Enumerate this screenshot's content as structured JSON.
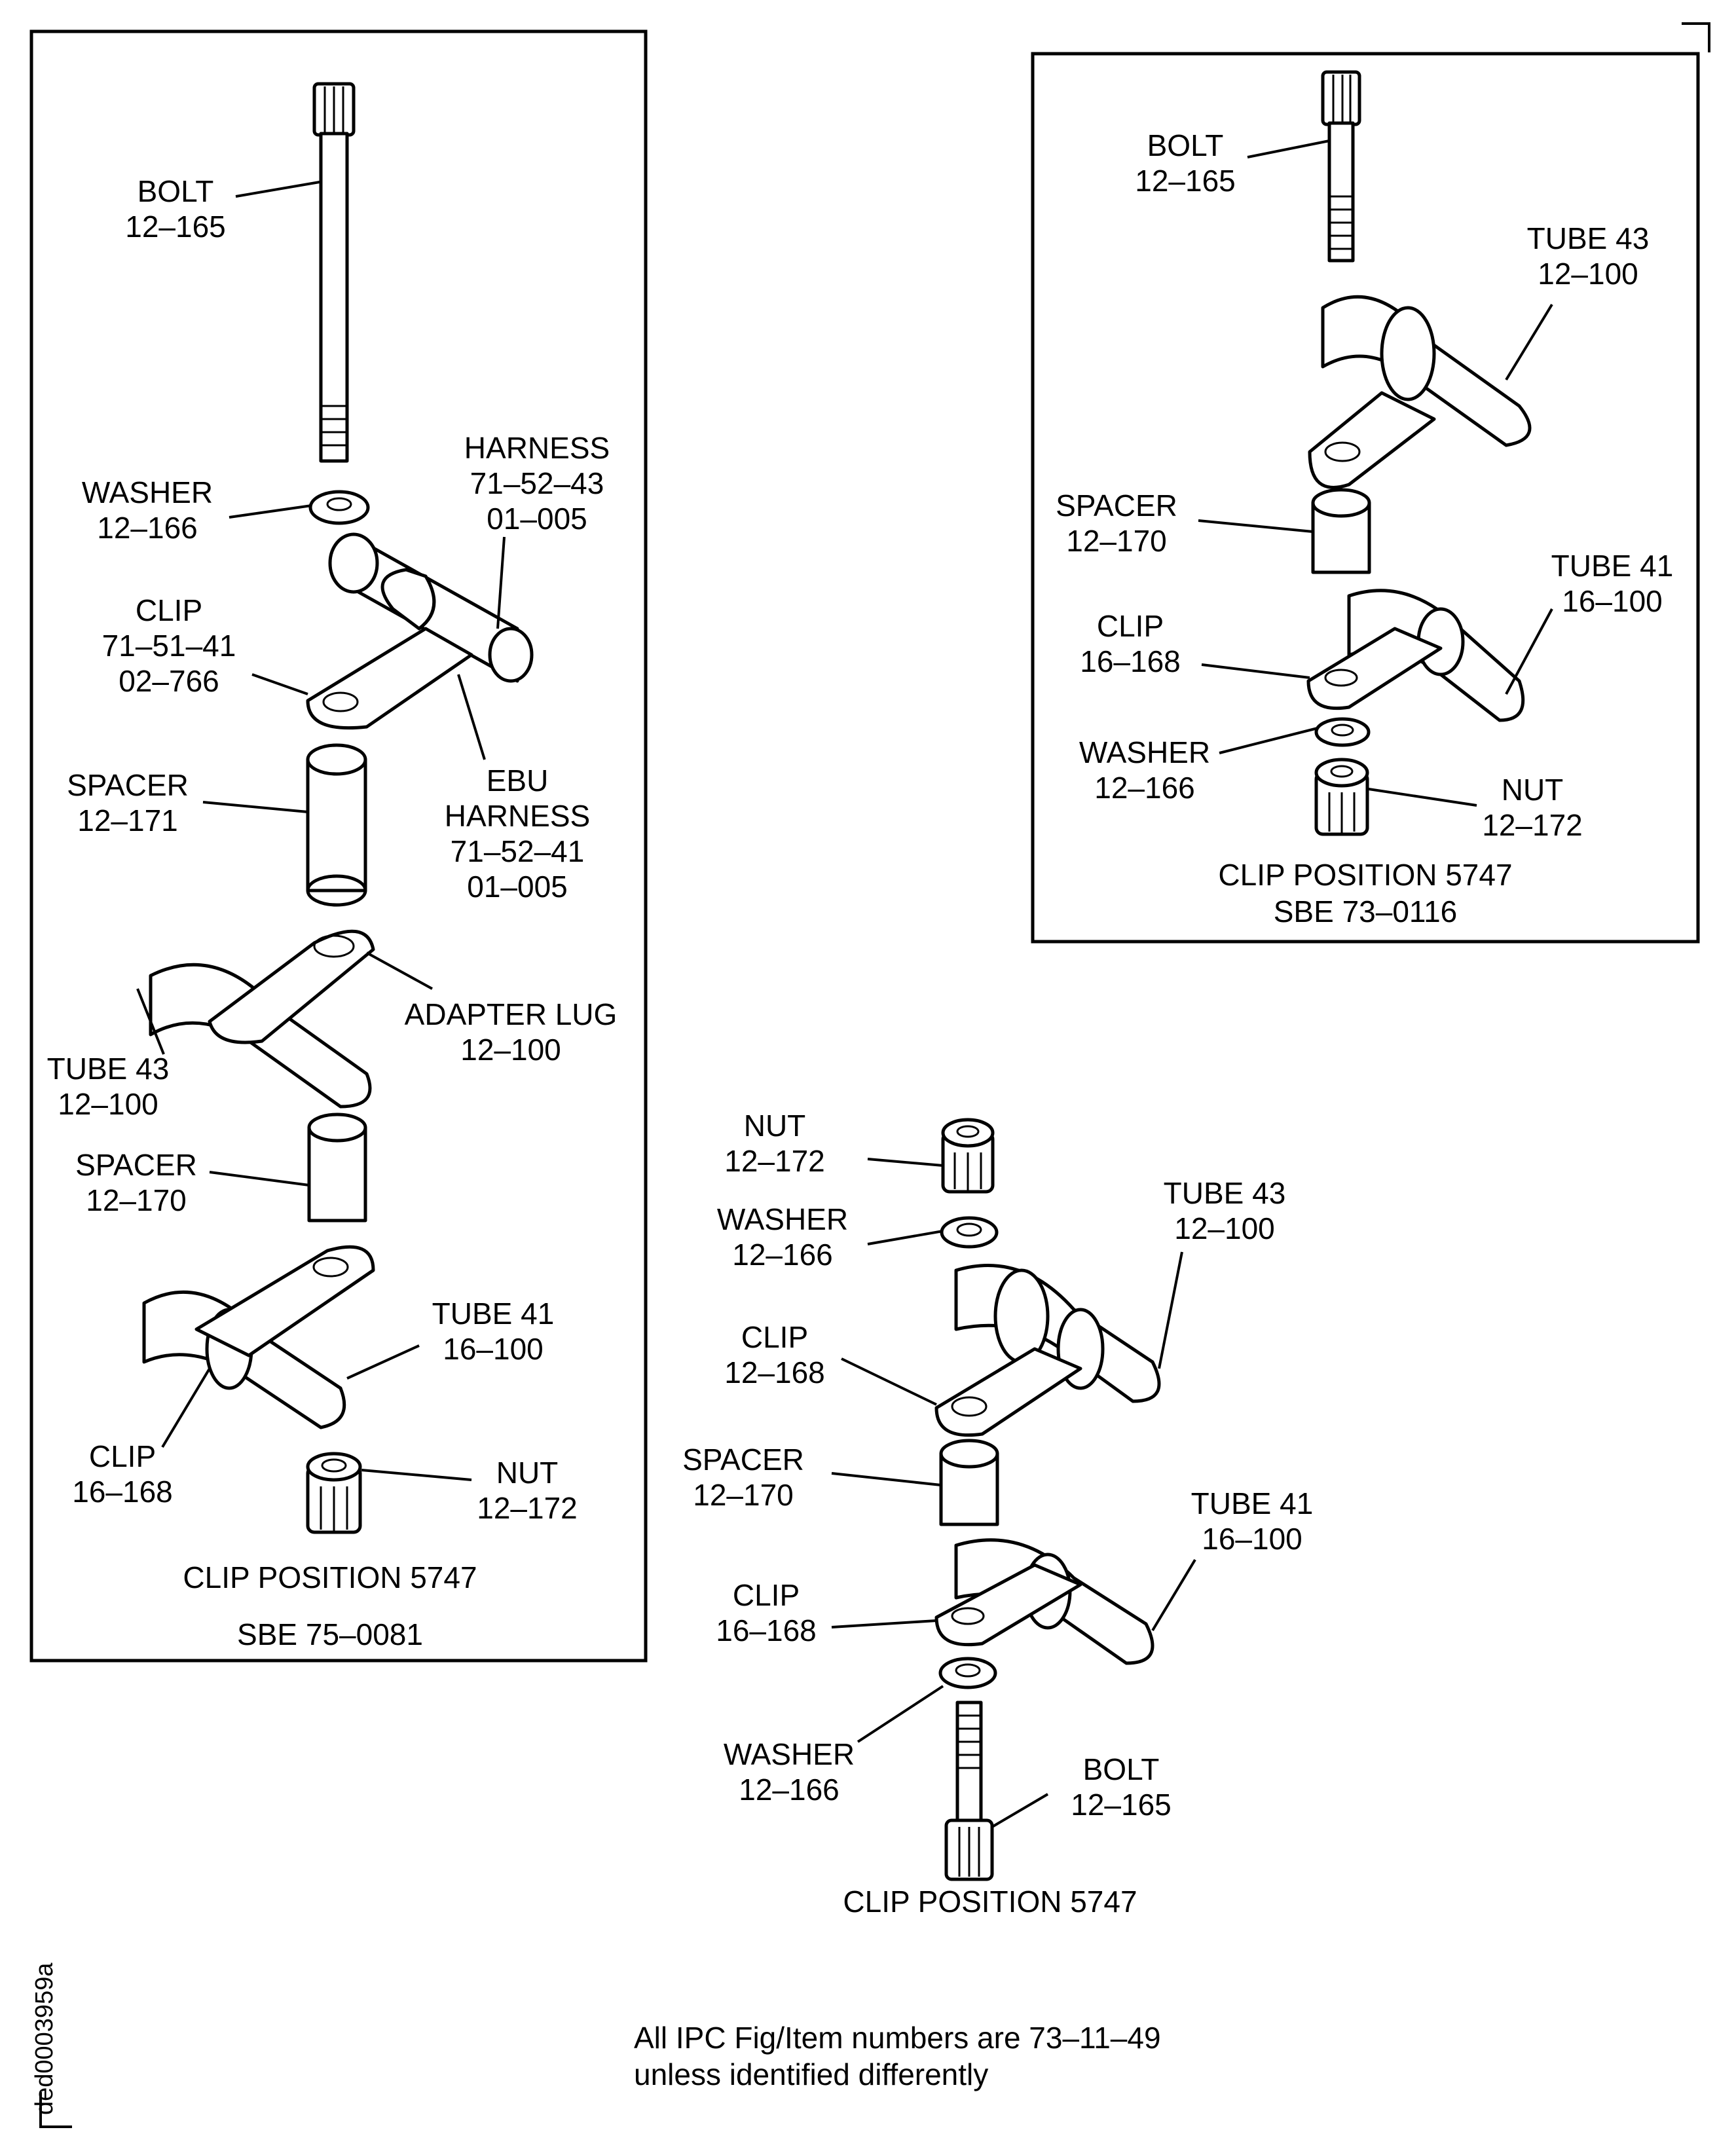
{
  "panel_sbe_75_0081": {
    "bolt": "BOLT",
    "bolt_no": "12–165",
    "washer": "WASHER",
    "washer_no": "12–166",
    "harness": "HARNESS",
    "harness_no1": "71–52–43",
    "harness_no2": "01–005",
    "clip": "CLIP",
    "clip_no1": "71–51–41",
    "clip_no2": "02–766",
    "ebu": "EBU",
    "ebu_harness": "HARNESS",
    "ebu_no1": "71–52–41",
    "ebu_no2": "01–005",
    "spacer1": "SPACER",
    "spacer1_no": "12–171",
    "adapter": "ADAPTER LUG",
    "adapter_no": "12–100",
    "tube43": "TUBE 43",
    "tube43_no": "12–100",
    "spacer2": "SPACER",
    "spacer2_no": "12–170",
    "tube41": "TUBE 41",
    "tube41_no": "16–100",
    "clip2": "CLIP",
    "clip2_no": "16–168",
    "nut": "NUT",
    "nut_no": "12–172",
    "caption": "CLIP POSITION 5747",
    "sbe": "SBE 75–0081"
  },
  "panel_sbe_73_0116": {
    "bolt": "BOLT",
    "bolt_no": "12–165",
    "tube43": "TUBE 43",
    "tube43_no": "12–100",
    "spacer": "SPACER",
    "spacer_no": "12–170",
    "tube41": "TUBE 41",
    "tube41_no": "16–100",
    "clip": "CLIP",
    "clip_no": "16–168",
    "washer": "WASHER",
    "washer_no": "12–166",
    "nut": "NUT",
    "nut_no": "12–172",
    "caption": "CLIP POSITION 5747",
    "sbe": "SBE 73–0116"
  },
  "panel_main": {
    "nut": "NUT",
    "nut_no": "12–172",
    "washer1": "WASHER",
    "washer1_no": "12–166",
    "tube43": "TUBE 43",
    "tube43_no": "12–100",
    "clip1": "CLIP",
    "clip1_no": "12–168",
    "spacer": "SPACER",
    "spacer_no": "12–170",
    "tube41": "TUBE 41",
    "tube41_no": "16–100",
    "clip2": "CLIP",
    "clip2_no": "16–168",
    "washer2": "WASHER",
    "washer2_no": "12–166",
    "bolt": "BOLT",
    "bolt_no": "12–165",
    "caption": "CLIP POSITION 5747"
  },
  "footer": {
    "note_line1": "All IPC Fig/Item numbers are 73–11–49",
    "note_line2": "unless identified differently",
    "drawing_id": "ded0003959a"
  }
}
